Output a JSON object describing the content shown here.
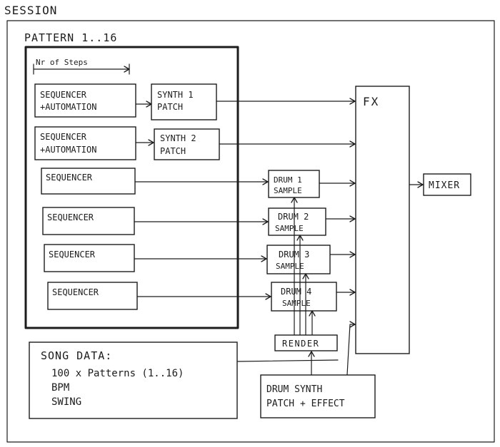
{
  "session": {
    "title": "SESSION"
  },
  "pattern": {
    "title": "PATTERN 1..16",
    "steps_label": "Nr of Steps",
    "synth_rows": [
      {
        "seq_line1": "SEQUENCER",
        "seq_line2": "+AUTOMATION",
        "patch_line1": "SYNTH 1",
        "patch_line2": "PATCH"
      },
      {
        "seq_line1": "SEQUENCER",
        "seq_line2": "+AUTOMATION",
        "patch_line1": "SYNTH 2",
        "patch_line2": "PATCH"
      }
    ],
    "drum_sequencers": [
      "SEQUENCER",
      "SEQUENCER",
      "SEQUENCER",
      "SEQUENCER"
    ]
  },
  "drums": [
    {
      "line1": "DRUM 1",
      "line2": "SAMPLE"
    },
    {
      "line1": "DRUM 2",
      "line2": "SAMPLE"
    },
    {
      "line1": "DRUM 3",
      "line2": "SAMPLE"
    },
    {
      "line1": "DRUM 4",
      "line2": "SAMPLE"
    }
  ],
  "fx": {
    "label": "FX"
  },
  "mixer": {
    "label": "MIXER"
  },
  "render": {
    "label": "RENDER"
  },
  "drum_synth": {
    "line1": "DRUM SYNTH",
    "line2": "PATCH + EFFECT"
  },
  "song_data": {
    "title": "SONG DATA:",
    "items": [
      "100 x Patterns (1..16)",
      "BPM",
      "SWING"
    ]
  }
}
